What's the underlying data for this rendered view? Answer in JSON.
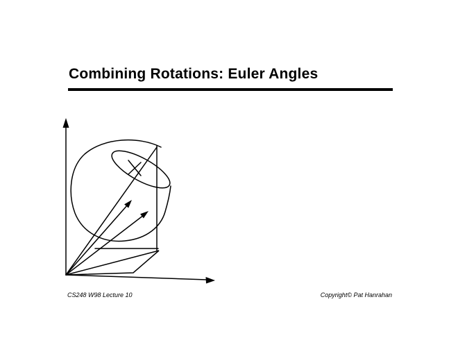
{
  "slide": {
    "title": "Combining Rotations: Euler Angles",
    "footer_left": "CS248 W98 Lecture 10",
    "footer_right": "Copyright© Pat Hanrahan"
  },
  "colors": {
    "ink": "#000000",
    "background": "#ffffff"
  }
}
